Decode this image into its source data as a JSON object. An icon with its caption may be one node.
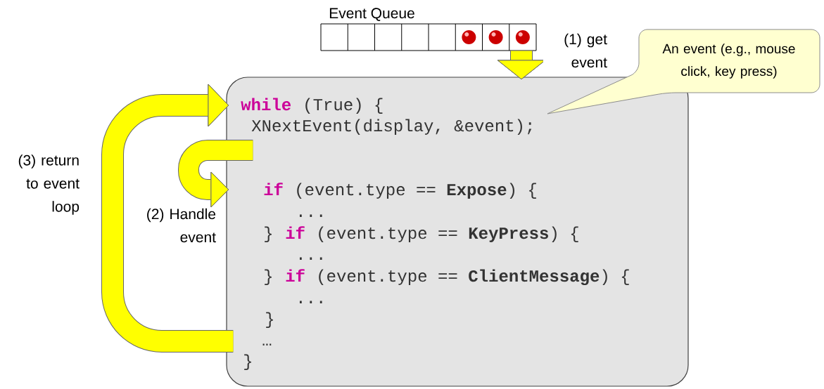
{
  "diagram": {
    "nodes": [
      {
        "text": [
          "Event Queue"
        ]
      },
      {
        "text": [
          "while",
          "(True) {",
          "XNextEvent(display, &event);",
          "if",
          "(event.type == **Expose**) {",
          "...",
          "}",
          "if",
          "(event.type == **KeyPress**) {",
          "...",
          "}",
          "if",
          "(event.type == **ClientMessage**) {",
          "...",
          "}",
          "…",
          "}"
        ]
      },
      {
        "text": [
          "An event (e.g., mouse click, key press)"
        ]
      }
    ],
    "edges": [
      {
        "from": 0,
        "to": 1,
        "arrow": "to",
        "label": "(1) get event"
      },
      {
        "from": 1,
        "to": 1,
        "arrow": "to",
        "label": "(2) Handle event"
      },
      {
        "from": 1,
        "to": 1,
        "arrow": "to",
        "label": "(3) return to event loop"
      }
    ]
  }
}
